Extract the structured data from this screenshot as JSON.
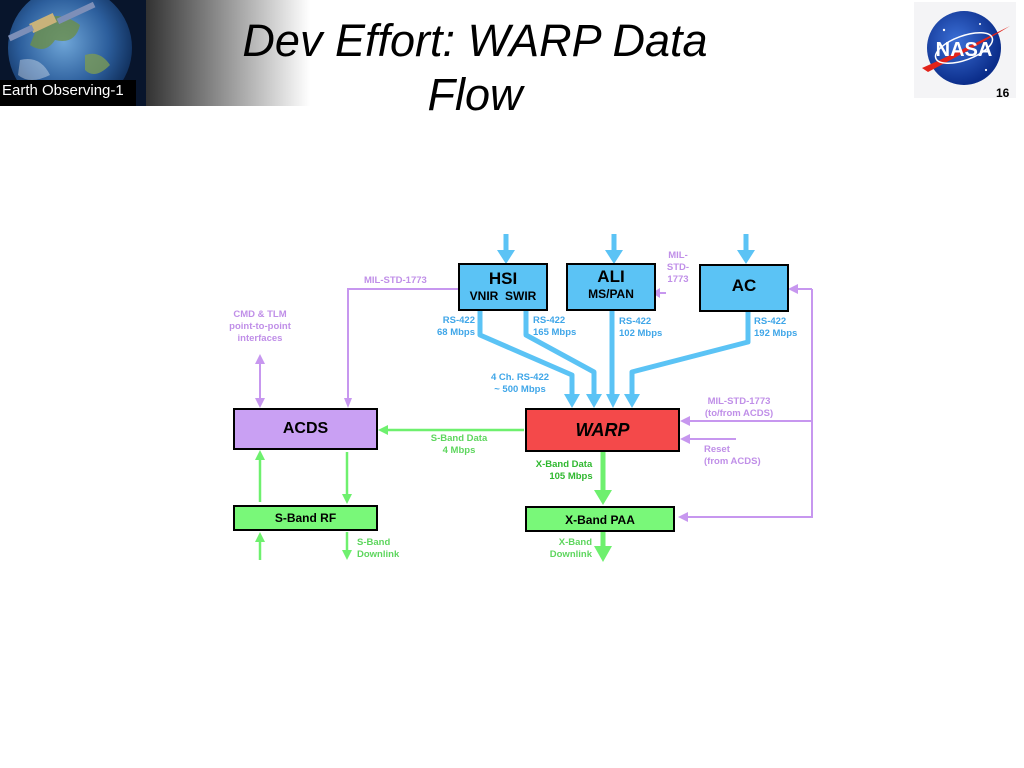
{
  "header": {
    "mission_label": "Earth Observing-1",
    "title_line1": "Dev Effort:  WARP Data",
    "title_line2": "Flow",
    "page_number": "16",
    "logo_text": "NASA"
  },
  "blocks": {
    "hsi": {
      "name": "HSI",
      "sub": "VNIR  SWIR"
    },
    "ali": {
      "name": "ALI",
      "sub": "MS/PAN"
    },
    "ac": {
      "name": "AC"
    },
    "acds": {
      "name": "ACDS"
    },
    "warp": {
      "name": "WARP"
    },
    "sband_rf": {
      "name": "S-Band RF"
    },
    "xband_paa": {
      "name": "X-Band PAA"
    }
  },
  "labels": {
    "mil_std_top": "MIL-STD-1773",
    "mil_std_ali": [
      "MIL-",
      "STD-",
      "1773"
    ],
    "cmd_tlm": [
      "CMD & TLM",
      "point-to-point",
      "interfaces"
    ],
    "rs422_hsi_left": [
      "RS-422",
      "68 Mbps"
    ],
    "rs422_hsi_right": [
      "RS-422",
      "165 Mbps"
    ],
    "rs422_ali": [
      "RS-422",
      "102 Mbps"
    ],
    "rs422_ac": [
      "RS-422",
      "192 Mbps"
    ],
    "four_ch": [
      "4 Ch. RS-422",
      "~ 500 Mbps"
    ],
    "mil_std_acds": [
      "MIL-STD-1773",
      "(to/from ACDS)"
    ],
    "sband_data": [
      "S-Band Data",
      "4 Mbps"
    ],
    "reset": [
      "Reset",
      "(from ACDS)"
    ],
    "xband_data": [
      "X-Band Data",
      "105 Mbps"
    ],
    "sband_downlink": [
      "S-Band",
      "Downlink"
    ],
    "xband_downlink": [
      "X-Band",
      "Downlink"
    ]
  },
  "colors": {
    "instrument_blue": "#5bc3f5",
    "acds_purple": "#c9a0f3",
    "warp_red": "#f4494a",
    "rf_green": "#79f879",
    "purple_line": "#c797ef",
    "blue_line": "#5bc3f5",
    "green_line": "#6ef06e"
  }
}
